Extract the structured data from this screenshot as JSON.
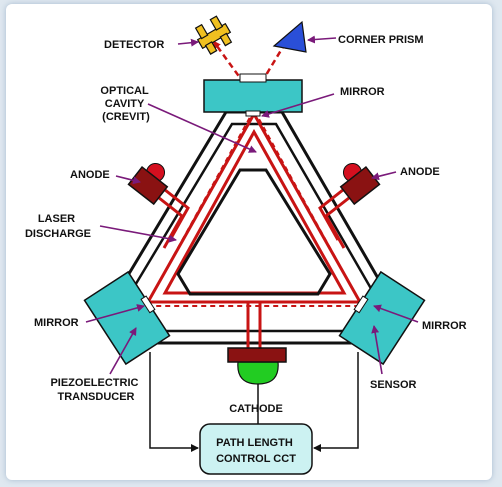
{
  "labels": {
    "detector": "DETECTOR",
    "corner_prism": "CORNER PRISM",
    "optical_cavity": [
      "OPTICAL",
      "CAVITY",
      "(CREVIT)"
    ],
    "mirror_top": "MIRROR",
    "anode_left": "ANODE",
    "anode_right": "ANODE",
    "laser_discharge": [
      "LASER",
      "DISCHARGE"
    ],
    "mirror_left": "MIRROR",
    "mirror_right": "MIRROR",
    "piezo": [
      "PIEZOELECTRIC",
      "TRANSDUCER"
    ],
    "sensor": "SENSOR",
    "cathode": "CATHODE",
    "control_box": [
      "PATH LENGTH",
      "CONTROL CCT"
    ]
  },
  "colors": {
    "mirror_block": "#3cc6c6",
    "laser_path": "#c81414",
    "anode": "#8a1212",
    "anode_cap": "#d40f1f",
    "cathode": "#8a1212",
    "cathode_bulb": "#22cc22",
    "detector": "#f0c020",
    "prism": "#2a4fd8",
    "leader": "#7a1a7a",
    "box_fill": "#ccf2f2"
  }
}
